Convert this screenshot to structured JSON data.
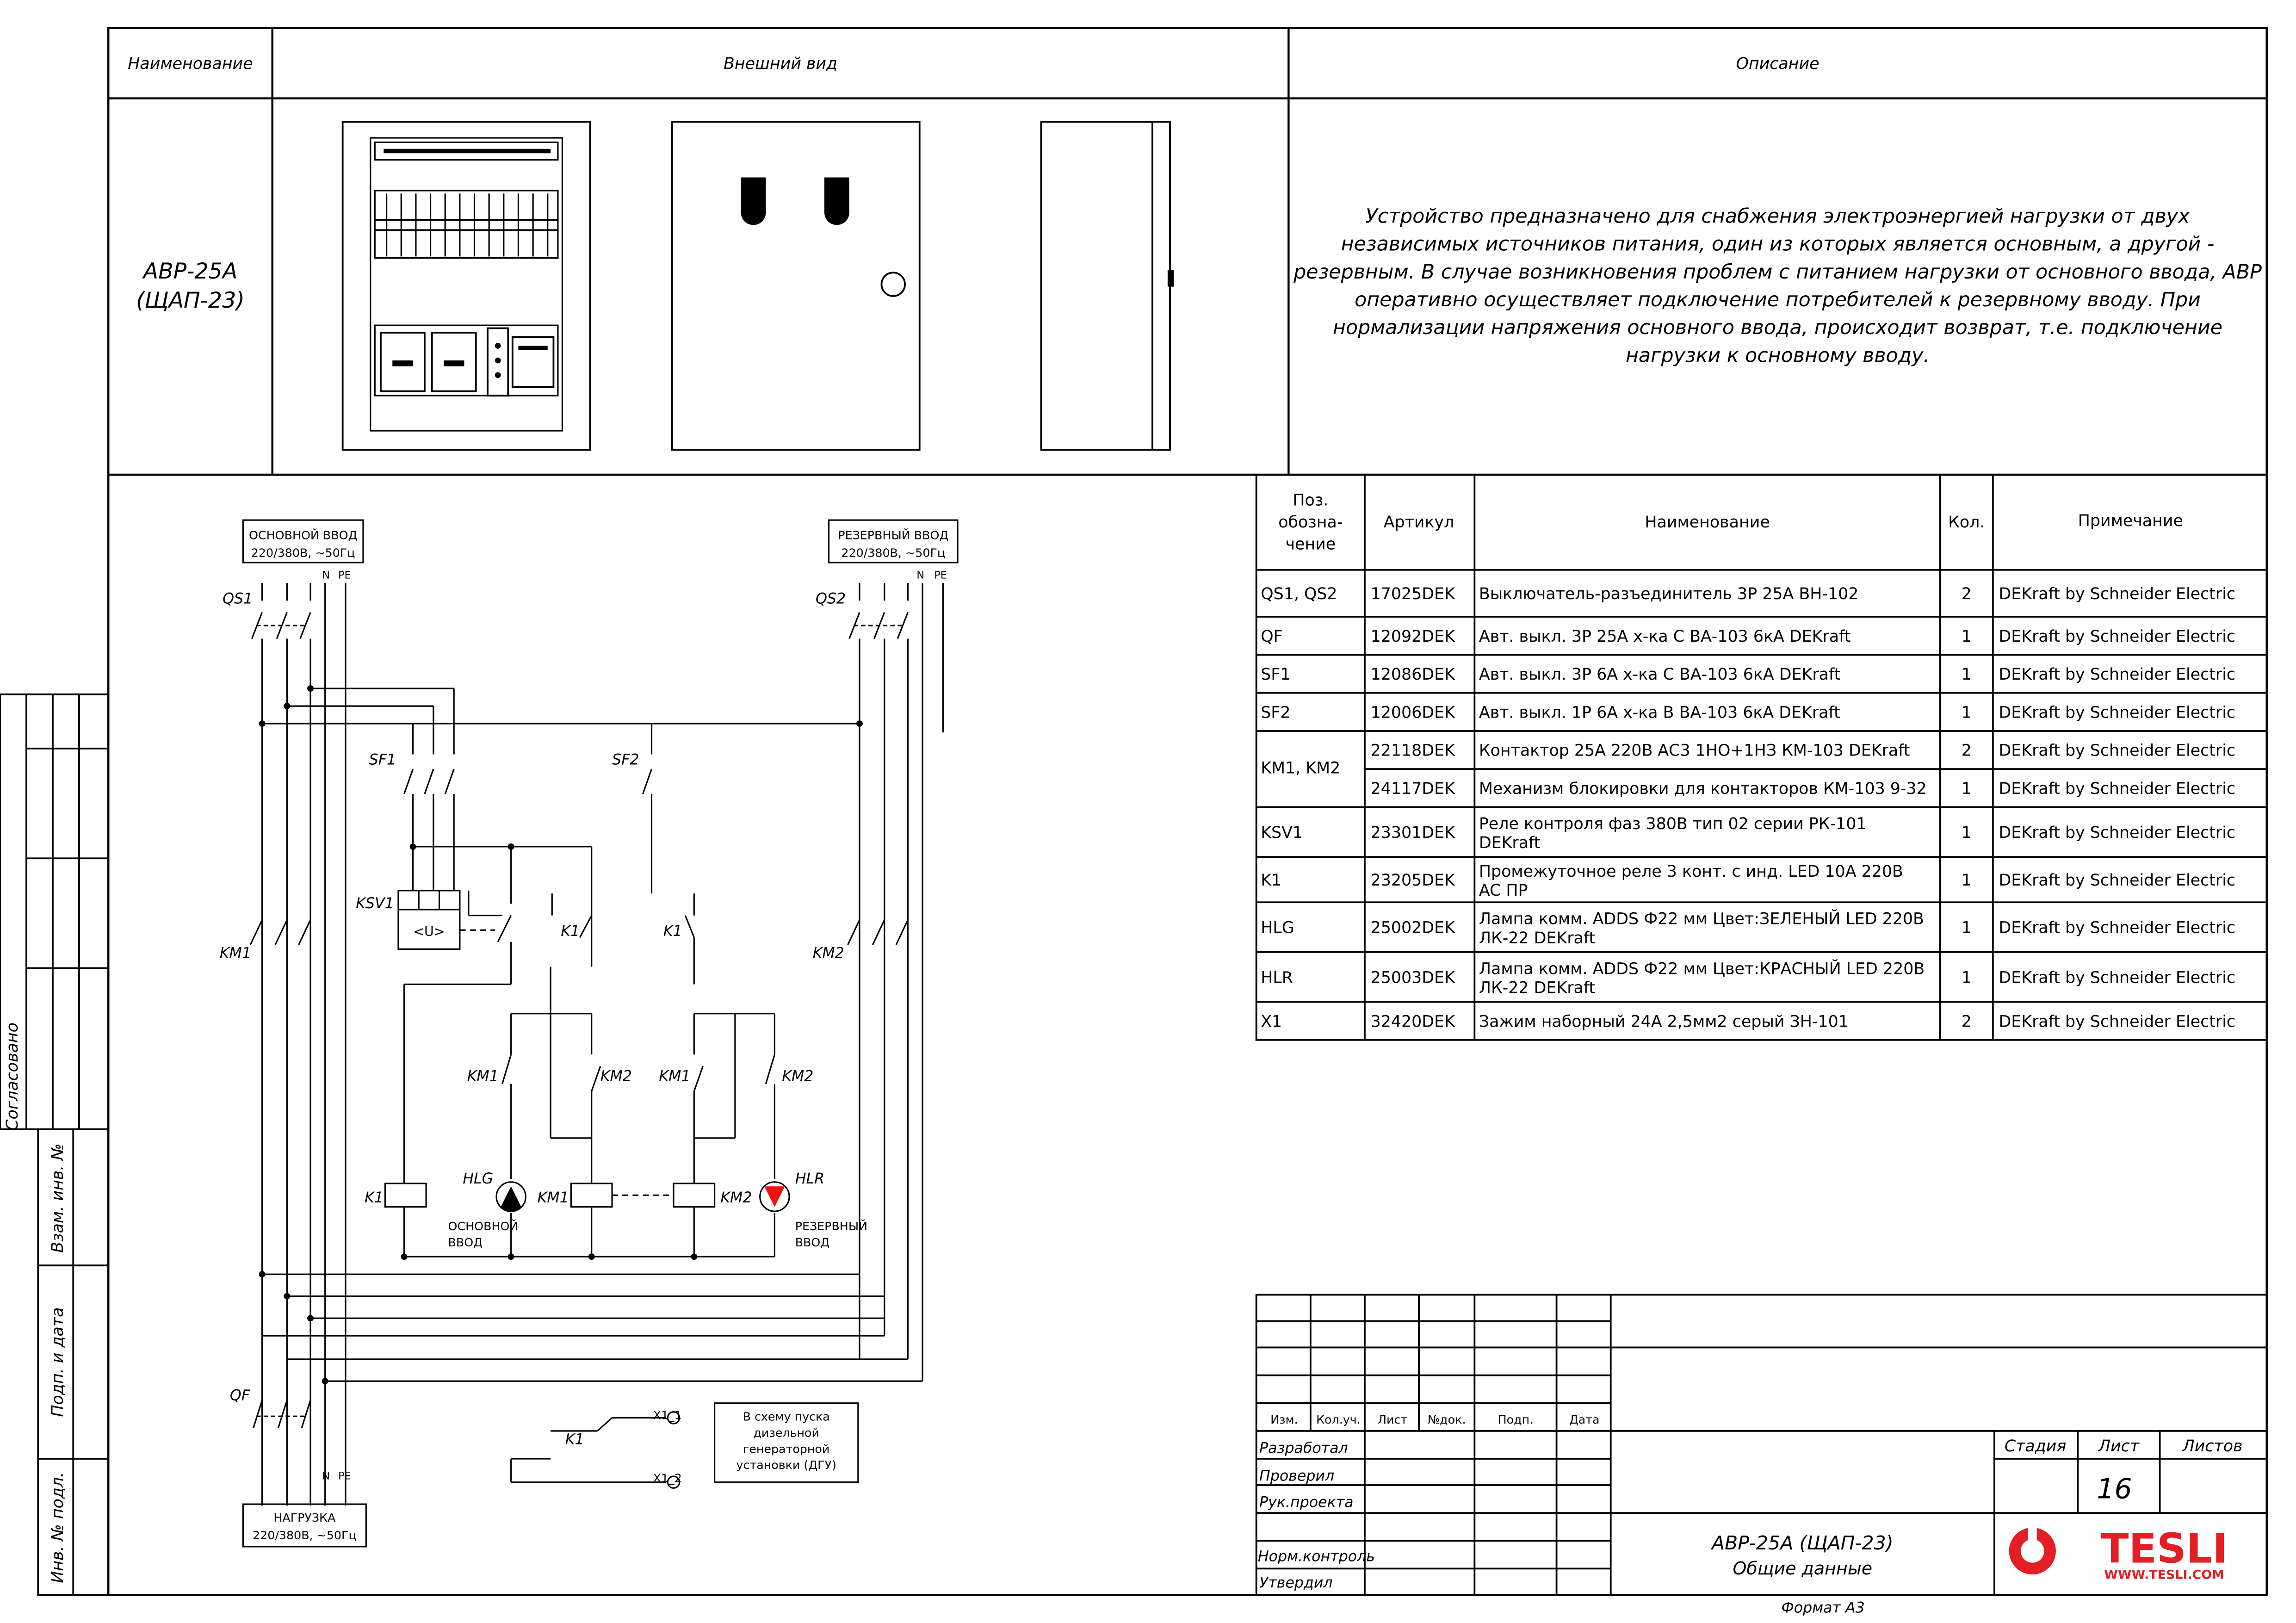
{
  "header": {
    "col_name": "Наименование",
    "col_view": "Внешний вид",
    "col_desc": "Описание"
  },
  "product": {
    "name_line1": "АВР-25А",
    "name_line2": "(ЩАП-23)"
  },
  "description": [
    "Устройство предназначено для снабжения электроэнергией нагрузки от двух",
    "независимых источников питания, один из которых является основным, а другой -",
    "резервным. В случае возникновения проблем с питанием нагрузки от основного ввода, АВР",
    "оперативно осуществляет подключение потребителей к резервному вводу. При",
    "нормализации напряжения основного ввода, происходит возврат, т.е. подключение",
    "нагрузки к основному вводу."
  ],
  "schematic": {
    "main_input": [
      "ОСНОВНОЙ ВВОД",
      "220/380В, ~50Гц"
    ],
    "reserve_input": [
      "РЕЗЕРВНЫЙ ВВОД",
      "220/380В, ~50Гц"
    ],
    "load": [
      "НАГРУЗКА",
      "220/380В, ~50Гц"
    ],
    "dgu_note": [
      "В схему пуска",
      "дизельной",
      "генераторной",
      "установки (ДГУ)"
    ],
    "lamp_main_caption": [
      "ОСНОВНОЙ",
      "ВВОД"
    ],
    "lamp_reserve_caption": [
      "РЕЗЕРВНЫЙ",
      "ВВОД"
    ],
    "designators": {
      "qs1": "QS1",
      "qs2": "QS2",
      "sf1": "SF1",
      "sf2": "SF2",
      "km1": "KM1",
      "km2": "KM2",
      "ksv1": "KSV1",
      "k1": "K1",
      "qf": "QF",
      "hlg": "HLG",
      "hlr": "HLR",
      "x1_1": "X1_1",
      "x1_2": "X1_2",
      "u": "<U>",
      "n": "N",
      "pe": "PE"
    }
  },
  "spec_table": {
    "headers": {
      "pos": [
        "Поз.",
        "обозна-",
        "чение"
      ],
      "article": "Артикул",
      "name": "Наименование",
      "qty": "Кол.",
      "note": "Примечание"
    },
    "rows": [
      {
        "pos": "QS1, QS2",
        "article": "17025DEK",
        "name": [
          "Выключатель-разъединитель 3P 25А ВН-102"
        ],
        "qty": "2",
        "note": "DEKraft by Schneider Electric"
      },
      {
        "pos": "QF",
        "article": "12092DEK",
        "name": [
          "Авт. выкл. 3Р 25А х-ка С ВА-103 6кА DEKraft"
        ],
        "qty": "1",
        "note": "DEKraft by Schneider Electric"
      },
      {
        "pos": "SF1",
        "article": "12086DEK",
        "name": [
          "Авт. выкл. 3Р 6А х-ка С ВА-103 6кА DEKraft"
        ],
        "qty": "1",
        "note": "DEKraft by Schneider Electric"
      },
      {
        "pos": "SF2",
        "article": "12006DEK",
        "name": [
          "Авт. выкл. 1Р 6А х-ка В ВА-103 6кА DEKraft"
        ],
        "qty": "1",
        "note": "DEKraft by Schneider Electric"
      },
      {
        "pos": "KM1, KM2",
        "article": "22118DEK",
        "name": [
          "Контактор 25А 220В АС3 1НО+1НЗ КМ-103 DEKraft"
        ],
        "qty": "2",
        "note": "DEKraft by Schneider Electric"
      },
      {
        "pos": "",
        "article": "24117DEK",
        "name": [
          "Механизм блокировки для контакторов КМ-103 9-32"
        ],
        "qty": "1",
        "note": "DEKraft by Schneider Electric"
      },
      {
        "pos": "KSV1",
        "article": "23301DEK",
        "name": [
          "Реле контроля фаз 380В тип 02 серии РК-101",
          "DEKraft"
        ],
        "qty": "1",
        "note": "DEKraft by Schneider Electric"
      },
      {
        "pos": "K1",
        "article": "23205DEK",
        "name": [
          "Промежуточное реле 3 конт. с инд. LED 10А 220В",
          "AC ПР"
        ],
        "qty": "1",
        "note": "DEKraft by Schneider Electric"
      },
      {
        "pos": "HLG",
        "article": "25002DEK",
        "name": [
          "Лампа комм. ADDS Ф22 мм Цвет:ЗЕЛЕНЫЙ LED 220В",
          "ЛК-22 DEKraft"
        ],
        "qty": "1",
        "note": "DEKraft by Schneider Electric"
      },
      {
        "pos": "HLR",
        "article": "25003DEK",
        "name": [
          "Лампа комм. ADDS Ф22 мм Цвет:КРАСНЫЙ LED 220В",
          "ЛК-22 DEKraft"
        ],
        "qty": "1",
        "note": "DEKraft by Schneider Electric"
      },
      {
        "pos": "X1",
        "article": "32420DEK",
        "name": [
          "Зажим наборный 24А 2,5мм2 серый ЗН-101"
        ],
        "qty": "2",
        "note": "DEKraft by Schneider Electric"
      }
    ]
  },
  "side_stamps": {
    "agreed": "Согласовано",
    "vzam": "Взам. инв. №",
    "podp": "Подп. и дата",
    "inv": "Инв. № подл."
  },
  "title_block": {
    "cols": [
      "Изм.",
      "Кол.уч.",
      "Лист",
      "№док.",
      "Подп.",
      "Дата"
    ],
    "roles": [
      "Разработал",
      "Проверил",
      "Рук.проекта",
      "Норм.контроль",
      "Утвердил"
    ],
    "stage": "Стадия",
    "sheet": "Лист",
    "sheets": "Листов",
    "sheet_no": "16",
    "doc_title": "АВР-25А (ЩАП-23)",
    "doc_subtitle": "Общие данные",
    "logo_text": "TESLI",
    "logo_url": "WWW.TESLI.COM"
  },
  "format": "Формат А3",
  "colors": {
    "lamp_red": "#ee1111",
    "logo_red": "#e31e24",
    "lamp_green": "#000000"
  }
}
